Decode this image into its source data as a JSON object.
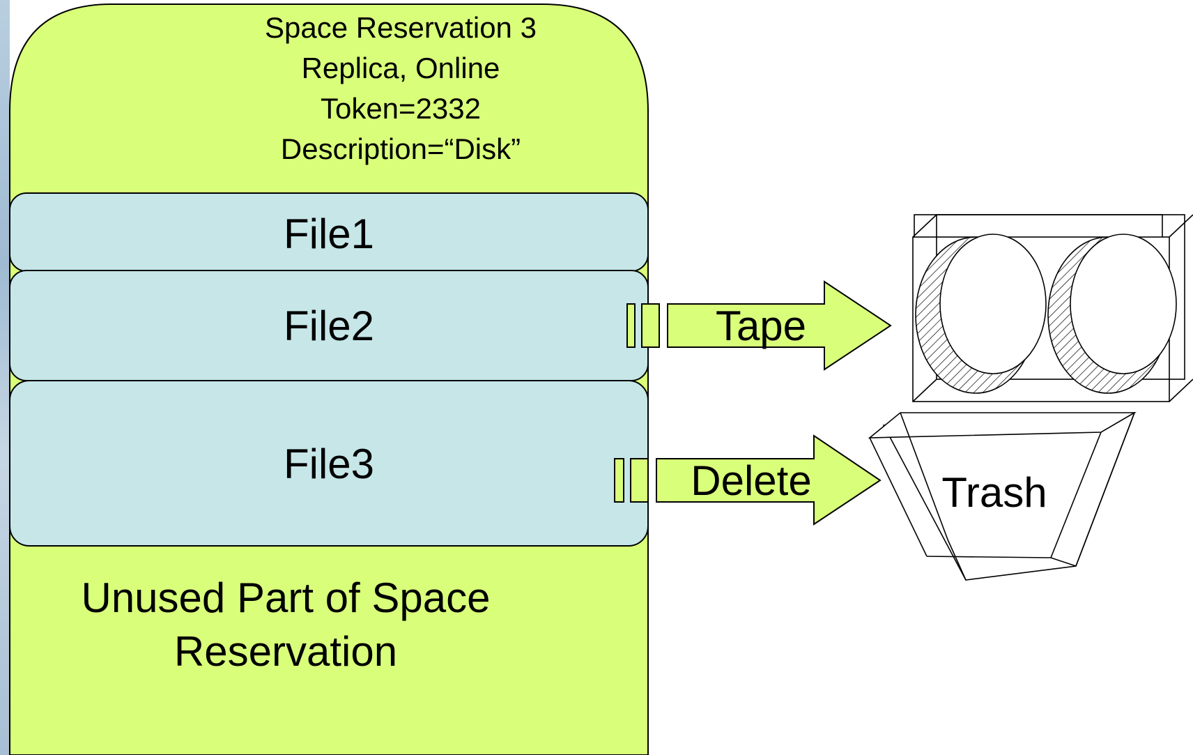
{
  "reservation": {
    "header_lines": [
      "Space Reservation 3",
      "Replica, Online",
      "Token=2332",
      "Description=“Disk”"
    ],
    "files": [
      "File1",
      "File2",
      "File3"
    ],
    "unused_lines": [
      "Unused Part of Space",
      "Reservation"
    ]
  },
  "arrows": {
    "tape_label": "Tape",
    "delete_label": "Delete"
  },
  "destinations": {
    "trash_label": "Trash"
  },
  "colors": {
    "reservation_fill": "#d9ff7a",
    "file_fill": "#c6e6e8",
    "arrow_fill": "#d9ff7a",
    "outline": "#000000",
    "left_strip": "#a9c1d6"
  }
}
